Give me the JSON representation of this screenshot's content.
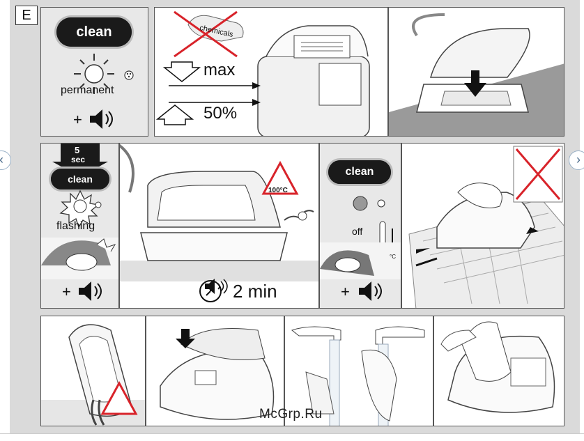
{
  "section": {
    "letter": "E"
  },
  "row1": {
    "clean_label": "clean",
    "light_status": "permanent",
    "plus": "+",
    "tank_label": "chemicals",
    "max_label": "max",
    "fill_label": "50%"
  },
  "row2": {
    "timer_value": "5",
    "timer_unit": "sec",
    "clean_label": "clean",
    "light_status": "flashing",
    "plus": "+",
    "warning_temp": "100°C",
    "duration": "2 min",
    "clean_label_2": "clean",
    "off_label": "off",
    "therm_unit": "°C",
    "plus_2": "+"
  },
  "watermark": "McGrp.Ru",
  "nav": {
    "prev": "‹",
    "next": "›"
  },
  "colors": {
    "panel_border": "#555555",
    "frame_bg": "#dadada",
    "accent_red": "#d8232a",
    "button_dark": "#1a1a1a"
  }
}
